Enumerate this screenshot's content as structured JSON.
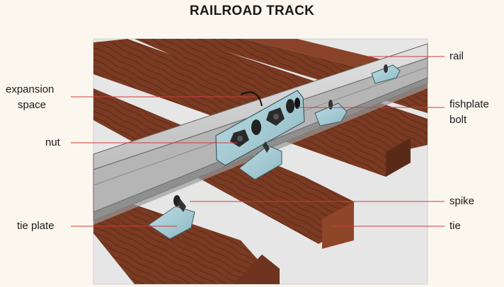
{
  "title": "RAILROAD TRACK",
  "labels": {
    "rail": "rail",
    "expansion_space_1": "expansion",
    "expansion_space_2": "space",
    "fishplate_1": "fishplate",
    "fishplate_2": "bolt",
    "nut": "nut",
    "spike": "spike",
    "tie_plate": "tie plate",
    "tie": "tie"
  },
  "colors": {
    "background": "#fbf7ee",
    "ground": "#e4e4e4",
    "tie_wood": "#7a3a22",
    "tie_wood_dark": "#4e2314",
    "rail_metal": "#c8c8c8",
    "fishplate_steel": "#a9cdd6",
    "leader_line": "#d23a3a"
  }
}
